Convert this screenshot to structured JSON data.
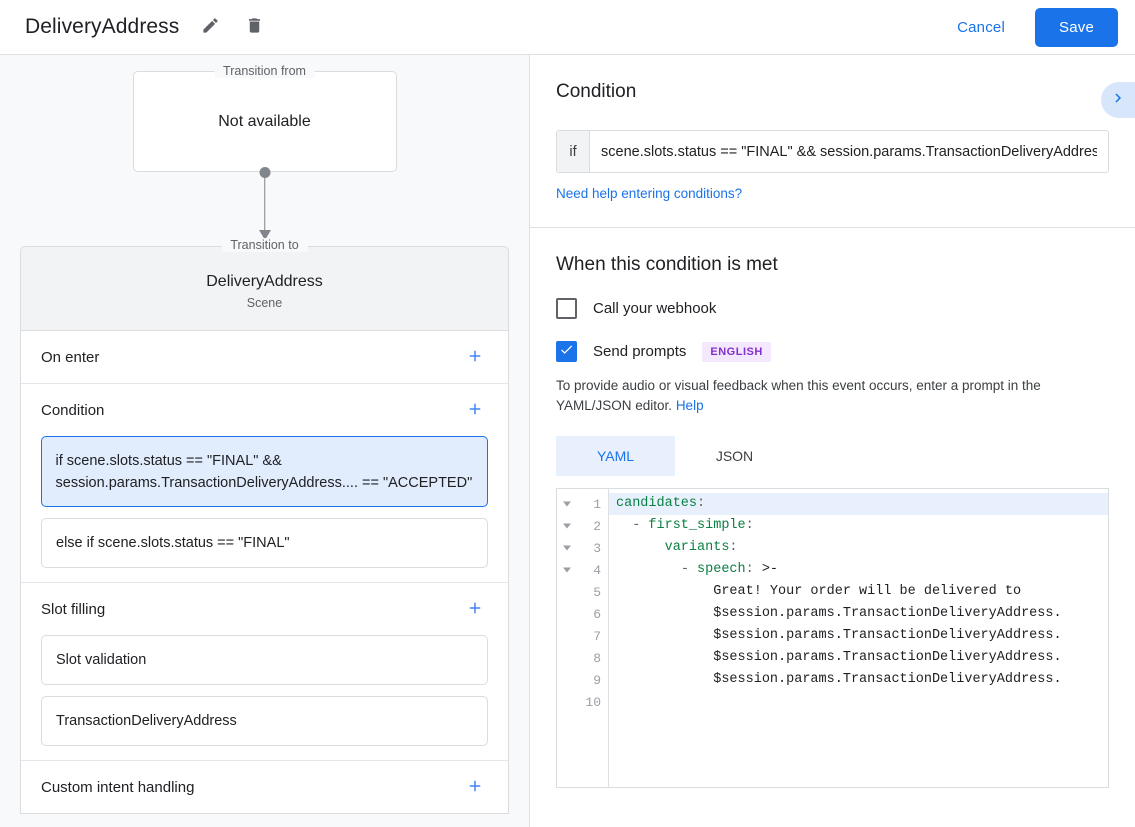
{
  "topbar": {
    "title": "DeliveryAddress",
    "edit_icon": "pencil-icon",
    "delete_icon": "trash-icon",
    "cancel_label": "Cancel",
    "save_label": "Save",
    "accent_color": "#1a73e8"
  },
  "graph": {
    "from_legend": "Transition from",
    "from_value": "Not available",
    "to_legend": "Transition to",
    "to_title": "DeliveryAddress",
    "to_subtitle": "Scene"
  },
  "left_sections": [
    {
      "title": "On enter",
      "add_icon": "plus-icon",
      "items": []
    },
    {
      "title": "Condition",
      "add_icon": "plus-icon",
      "items": [
        {
          "text": "if scene.slots.status == \"FINAL\" && session.params.TransactionDeliveryAddress.... == \"ACCEPTED\"",
          "selected": true
        },
        {
          "text": "else if scene.slots.status == \"FINAL\"",
          "selected": false
        }
      ]
    },
    {
      "title": "Slot filling",
      "add_icon": "plus-icon",
      "items": [
        {
          "text": "Slot validation",
          "selected": false
        },
        {
          "text": "TransactionDeliveryAddress",
          "selected": false
        }
      ]
    },
    {
      "title": "Custom intent handling",
      "add_icon": "plus-icon",
      "items": []
    }
  ],
  "right_panel": {
    "collapse_icon": "chevron-right-icon",
    "condition": {
      "heading": "Condition",
      "if_label": "if",
      "expression": "scene.slots.status == \"FINAL\" && session.params.TransactionDeliveryAddress.deliveryAddress.location.postalAddress == \"ACCEPTED\"",
      "help_link": "Need help entering conditions?"
    },
    "when_met": {
      "heading": "When this condition is met",
      "webhook": {
        "label": "Call your webhook",
        "checked": false
      },
      "send_prompts": {
        "label": "Send prompts",
        "checked": true,
        "badge": "ENGLISH",
        "badge_color": "#8430ce"
      },
      "helper_text": "To provide audio or visual feedback when this event occurs, enter a prompt in the YAML/JSON editor.",
      "helper_link": "Help"
    },
    "editor": {
      "tabs": [
        {
          "label": "YAML",
          "active": true
        },
        {
          "label": "JSON",
          "active": false
        }
      ],
      "lines": [
        {
          "num": "1",
          "fold": true,
          "highlight": true,
          "indent": 0,
          "key": "candidates",
          "colon": ":",
          "rest": ""
        },
        {
          "num": "2",
          "fold": true,
          "highlight": false,
          "indent": 2,
          "dash": "- ",
          "key": "first_simple",
          "colon": ":",
          "rest": ""
        },
        {
          "num": "3",
          "fold": true,
          "highlight": false,
          "indent": 6,
          "key": "variants",
          "colon": ":",
          "rest": ""
        },
        {
          "num": "4",
          "fold": true,
          "highlight": false,
          "indent": 8,
          "dash": "- ",
          "key": "speech",
          "colon": ":",
          "rest": " >-"
        },
        {
          "num": "5",
          "fold": false,
          "highlight": false,
          "indent": 12,
          "plain": "Great! Your order will be delivered to"
        },
        {
          "num": "6",
          "fold": false,
          "highlight": false,
          "indent": 12,
          "plain": "$session.params.TransactionDeliveryAddress."
        },
        {
          "num": "7",
          "fold": false,
          "highlight": false,
          "indent": 12,
          "plain": "$session.params.TransactionDeliveryAddress."
        },
        {
          "num": "8",
          "fold": false,
          "highlight": false,
          "indent": 12,
          "plain": "$session.params.TransactionDeliveryAddress."
        },
        {
          "num": "9",
          "fold": false,
          "highlight": false,
          "indent": 12,
          "plain": "$session.params.TransactionDeliveryAddress."
        },
        {
          "num": "10",
          "fold": false,
          "highlight": false,
          "indent": 0,
          "plain": ""
        }
      ]
    }
  }
}
